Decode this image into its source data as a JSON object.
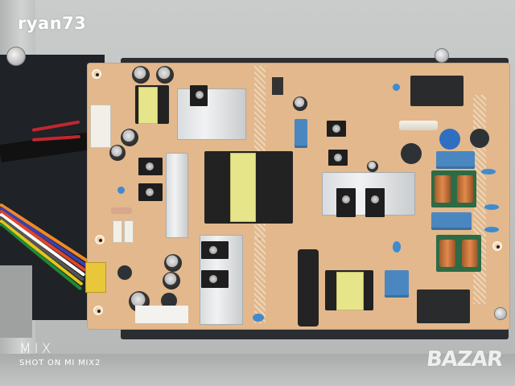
{
  "photo": {
    "subject": "TV power supply board (PCB) mounted on metal chassis",
    "colors": {
      "pcb": "#e2b88c",
      "chassis": "#bfc2c1",
      "insulator_sheet": "#2a2d31",
      "heatsink": "#e3e5e7",
      "x_capacitor": "#4a87c0",
      "transformer_tape": "#e6e58a"
    }
  },
  "overlays": {
    "uploader_watermark": "ryan73",
    "camera_watermark": {
      "brand": "MIX",
      "caption": "SHOT ON MI MIX2"
    },
    "site_logo": "BAZAR"
  }
}
